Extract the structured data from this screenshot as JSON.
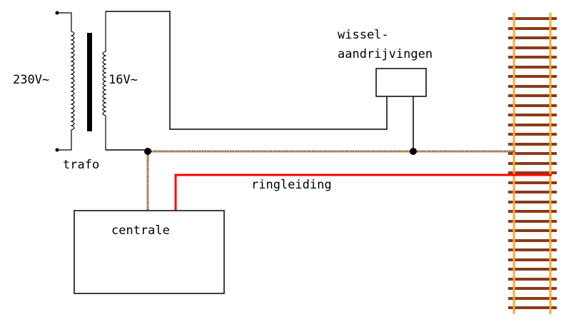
{
  "labels": {
    "primary_voltage": "230V~",
    "secondary_voltage": "16V~",
    "transformer": "trafo",
    "switch_drive_line1": "wissel-",
    "switch_drive_line2": "aandrijvingen",
    "ring_line": "ringleiding",
    "central_unit": "centrale"
  },
  "colors": {
    "wire_black": "#000000",
    "wire_brown": "#7a4a16",
    "wire_red": "#ff0000",
    "rail": "#f4a83c",
    "sleeper": "#8b3a1a",
    "background": "#ffffff"
  }
}
